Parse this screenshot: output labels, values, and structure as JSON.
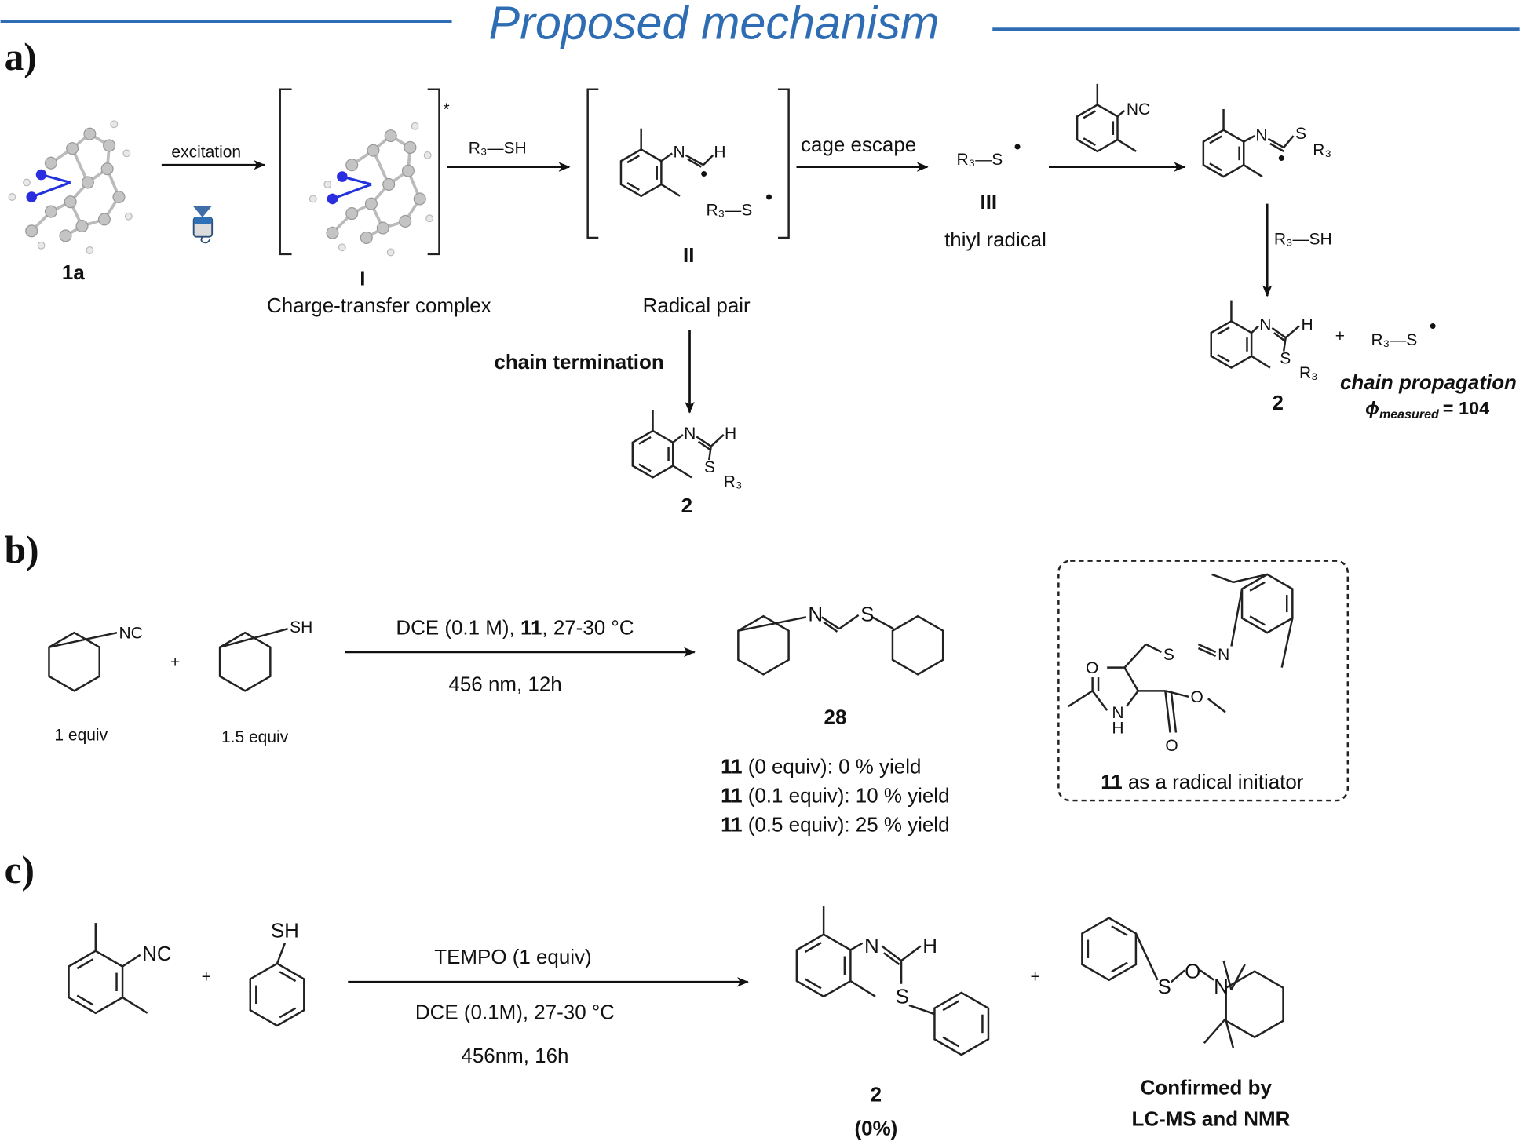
{
  "header": {
    "title": "Proposed mechanism",
    "accent_color": "#2e6db4"
  },
  "sections": {
    "a": "a)",
    "b": "b)",
    "c": "c)"
  },
  "panel_a": {
    "compound_1a": "1a",
    "excitation": "excitation",
    "excited_mark": "*",
    "intermediate_I": "I",
    "intermediate_I_name": "Charge-transfer complex",
    "reagent_thiol": "R₃—SH",
    "intermediate_II": "II",
    "intermediate_II_name": "Radical pair",
    "radical_pair_thiyl": "R₃—S",
    "cage_escape": "cage escape",
    "thiyl": "R₃—S",
    "intermediate_III": "III",
    "intermediate_III_name": "thiyl radical",
    "nc_label": "NC",
    "imidoyl_N": "N",
    "imidoyl_S": "S",
    "imidoyl_R": "R₃",
    "propagation_reagent": "R₃—SH",
    "product_N": "N",
    "product_H": "H",
    "product_S": "S",
    "product_R": "R₃",
    "plus": "+",
    "regenerated_thiyl": "R₃—S",
    "product_2": "2",
    "chain_propagation": "chain propagation",
    "phi_symbol": "ϕ",
    "phi_sub": "measured",
    "phi_value": "= 104",
    "chain_termination": "chain termination",
    "termination_product": "2",
    "radical_dot": "•"
  },
  "panel_b": {
    "reactant1_group": "NC",
    "reactant1_equiv": "1 equiv",
    "plus": "+",
    "reactant2_group": "SH",
    "reactant2_equiv": "1.5 equiv",
    "conditions_pre": "DCE (0.1 M), ",
    "conditions_cat": "11",
    "conditions_post": ",  27-30 °C",
    "conditions_light": "456 nm, 12h",
    "product_N": "N",
    "product_S": "S",
    "product_label": "28",
    "yields": [
      {
        "cmpd": "11",
        "text": " (0 equiv): 0 % yield"
      },
      {
        "cmpd": "11",
        "text": " (0.1 equiv): 10 % yield"
      },
      {
        "cmpd": "11",
        "text": " (0.5 equiv): 25 % yield"
      }
    ],
    "initiator_cmpd": "11",
    "initiator_caption": " as a radical initiator",
    "initiator_atoms": {
      "O1": "O",
      "N1": "N",
      "H1": "H",
      "O2": "O",
      "O3": "O",
      "S": "S",
      "N2": "N"
    }
  },
  "panel_c": {
    "reactant1_group": "NC",
    "plus": "+",
    "reactant2_group": "SH",
    "conditions_top": "TEMPO (1 equiv)",
    "conditions_mid": "DCE (0.1M), 27-30 °C",
    "conditions_bot": "456nm, 16h",
    "product_N": "N",
    "product_H": "H",
    "product_S": "S",
    "product_label": "2",
    "product_yield": "(0%)",
    "adduct_S": "S",
    "adduct_O": "O",
    "adduct_N": "N",
    "confirmation_1": "Confirmed by",
    "confirmation_2": "LC-MS and NMR"
  }
}
